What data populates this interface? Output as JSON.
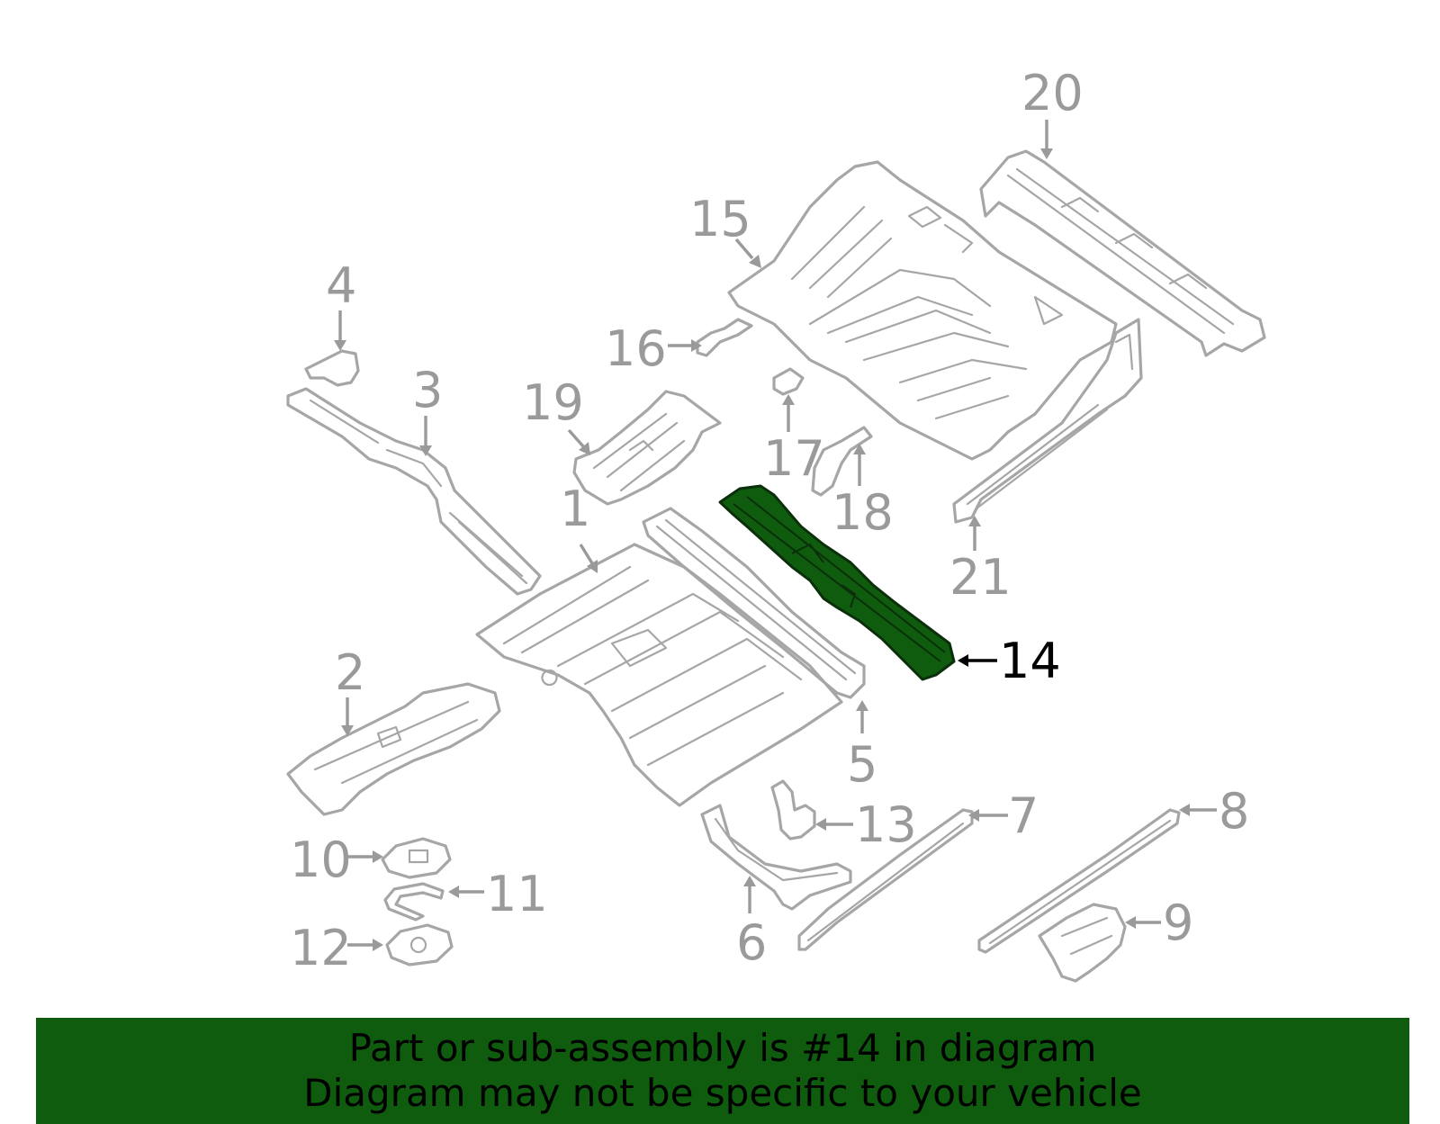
{
  "callouts": {
    "c1": "1",
    "c2": "2",
    "c3": "3",
    "c4": "4",
    "c5": "5",
    "c6": "6",
    "c7": "7",
    "c8": "8",
    "c9": "9",
    "c10": "10",
    "c11": "11",
    "c12": "12",
    "c13": "13",
    "c14": "14",
    "c15": "15",
    "c16": "16",
    "c17": "17",
    "c18": "18",
    "c19": "19",
    "c20": "20",
    "c21": "21"
  },
  "highlighted_part": "14",
  "colors": {
    "highlight": "#0f5c0f",
    "line_art": "#a6a6a6",
    "callout_text": "#9a9a9a"
  },
  "banner": {
    "line1": "Part or sub-assembly is #14 in diagram",
    "line2": "Diagram may not be specific to your vehicle"
  }
}
